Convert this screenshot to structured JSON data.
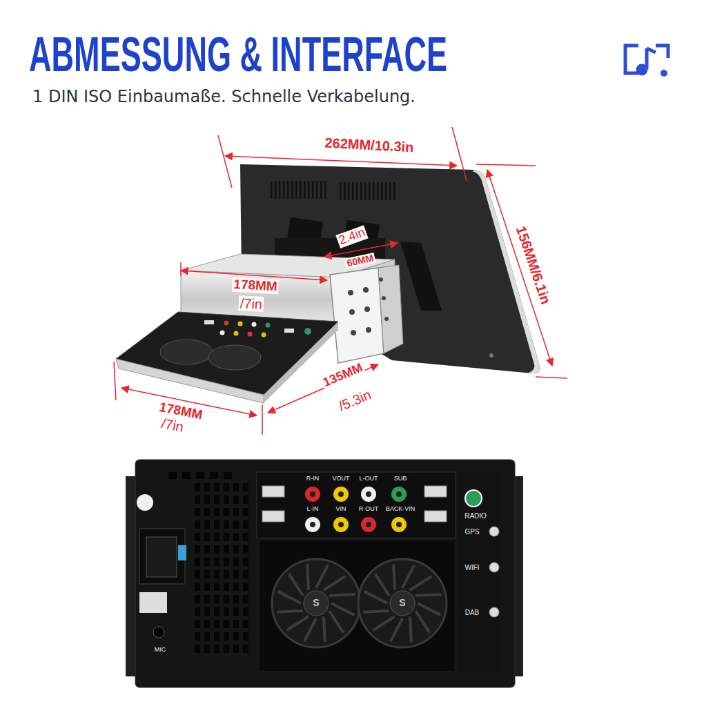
{
  "diagram": {
    "title": "ABMESSUNG & INTERFACE",
    "labels": [
      "1 DIN ISO Einbaumaße. Schnelle Verkabelung.",
      "262MM/10.3in",
      "156MM/6.1in",
      "2.4in",
      "60MM",
      "178MM",
      "/7in",
      "178MM",
      "/7in",
      "135MM",
      "/5.3in",
      "R-IN",
      "VOUT",
      "L-OUT",
      "SUB",
      "L-IN",
      "VIN",
      "R-OUT",
      "BACK-VIN",
      "RADIO",
      "GPS",
      "WIFI",
      "DAB",
      "MIC",
      "S",
      "S"
    ]
  }
}
